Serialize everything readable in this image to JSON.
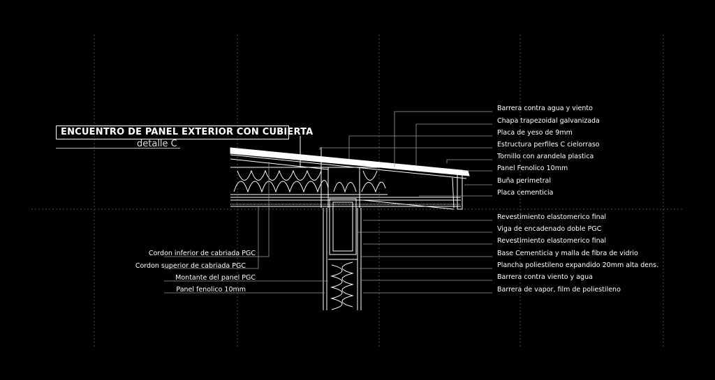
{
  "title": "ENCUENTRO DE PANEL EXTERIOR CON CUBIERTA",
  "subtitle": "detalle C",
  "colors": {
    "background": "#000000",
    "lines": "#ffffff",
    "guides": "#555555"
  },
  "labels_right": [
    "Barrera contra agua y viento",
    "Chapa trapezoidal galvanizada",
    "Placa de yeso de 9mm",
    "Estructura perfiles C cielorraso",
    "Tornillo con arandela plastica",
    "Panel Fenolico 10mm",
    "Buña perimetral",
    "Placa cementicia",
    "Revestimiento elastomerico final",
    "Viga de encadenado doble PGC",
    "Revestimiento elastomerico final",
    "Base Cementicia y malla de fibra de vidrio",
    "Plancha poliestileno expandido 20mm alta dens.",
    "Barrera contra viento y agua",
    "Barrera de vapor, film de poliestileno"
  ],
  "labels_left": [
    "Cordon inferior de cabriada PGC",
    "Cordon superior de cabriada PGC",
    "Montante del panel PGC",
    "Panel fenolico 10mm"
  ]
}
